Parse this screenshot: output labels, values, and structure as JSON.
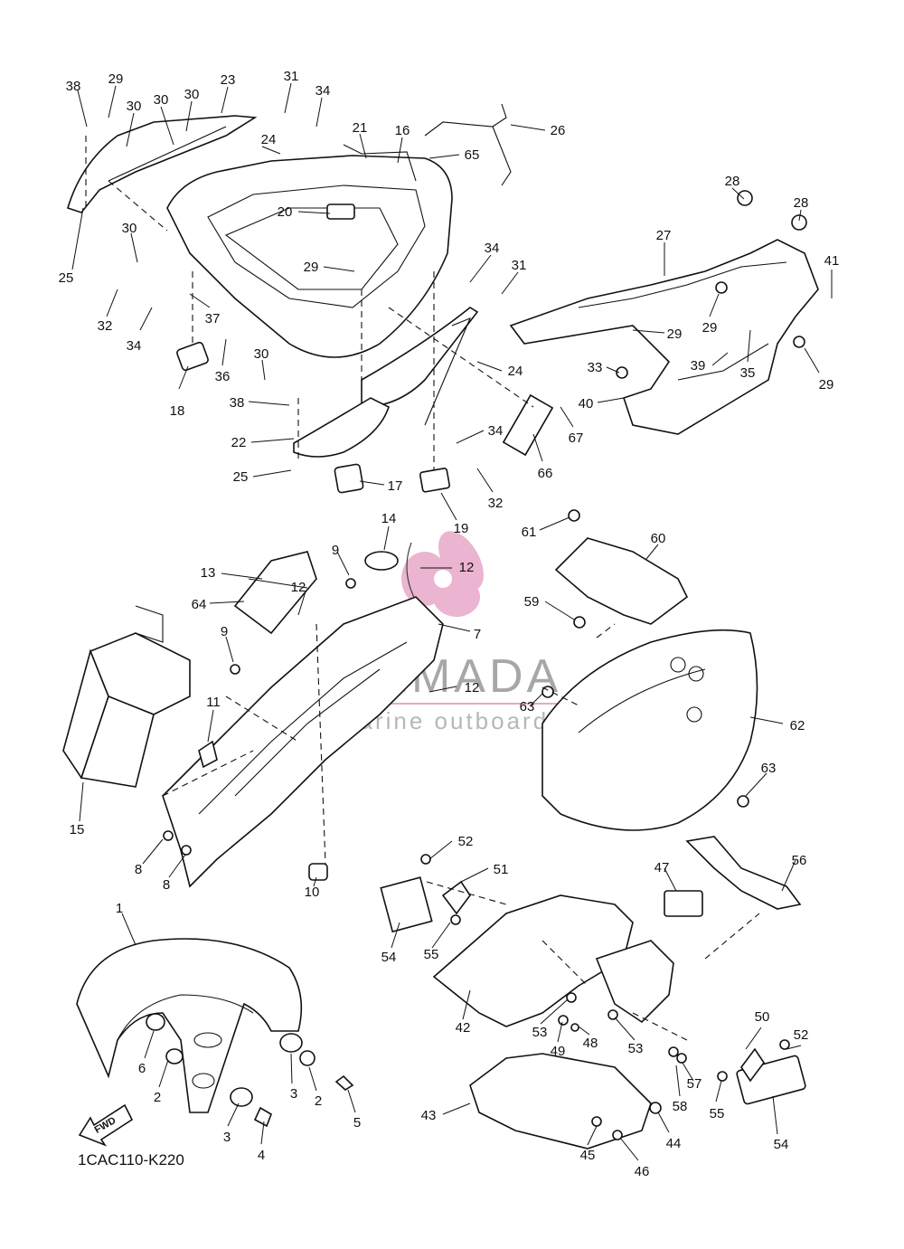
{
  "diagram": {
    "code": "1CAC110-K220",
    "fwd_label": "FWD",
    "watermark": {
      "brand": "ARMADA",
      "tagline": "marine outboards",
      "color": "#e8a8c8"
    },
    "callouts": [
      {
        "id": "c38a",
        "text": "38"
      },
      {
        "id": "c29a",
        "text": "29"
      },
      {
        "id": "c30a",
        "text": "30"
      },
      {
        "id": "c30b",
        "text": "30"
      },
      {
        "id": "c30c",
        "text": "30"
      },
      {
        "id": "c23",
        "text": "23"
      },
      {
        "id": "c31a",
        "text": "31"
      },
      {
        "id": "c34a",
        "text": "34"
      },
      {
        "id": "c21",
        "text": "21"
      },
      {
        "id": "c16",
        "text": "16"
      },
      {
        "id": "c24a",
        "text": "24"
      },
      {
        "id": "c65",
        "text": "65"
      },
      {
        "id": "c26",
        "text": "26"
      },
      {
        "id": "c25a",
        "text": "25"
      },
      {
        "id": "c30d",
        "text": "30"
      },
      {
        "id": "c20",
        "text": "20"
      },
      {
        "id": "c29b",
        "text": "29"
      },
      {
        "id": "c34b",
        "text": "34"
      },
      {
        "id": "c31b",
        "text": "31"
      },
      {
        "id": "c28a",
        "text": "28"
      },
      {
        "id": "c28b",
        "text": "28"
      },
      {
        "id": "c27",
        "text": "27"
      },
      {
        "id": "c41",
        "text": "41"
      },
      {
        "id": "c32a",
        "text": "32"
      },
      {
        "id": "c34c",
        "text": "34"
      },
      {
        "id": "c37",
        "text": "37"
      },
      {
        "id": "c36",
        "text": "36"
      },
      {
        "id": "c30e",
        "text": "30"
      },
      {
        "id": "c18",
        "text": "18"
      },
      {
        "id": "c29c",
        "text": "29"
      },
      {
        "id": "c29d",
        "text": "29"
      },
      {
        "id": "c35",
        "text": "35"
      },
      {
        "id": "c29e",
        "text": "29"
      },
      {
        "id": "c39",
        "text": "39"
      },
      {
        "id": "c33",
        "text": "33"
      },
      {
        "id": "c40",
        "text": "40"
      },
      {
        "id": "c24b",
        "text": "24"
      },
      {
        "id": "c38b",
        "text": "38"
      },
      {
        "id": "c22",
        "text": "22"
      },
      {
        "id": "c25b",
        "text": "25"
      },
      {
        "id": "c34d",
        "text": "34"
      },
      {
        "id": "c67",
        "text": "67"
      },
      {
        "id": "c66",
        "text": "66"
      },
      {
        "id": "c17",
        "text": "17"
      },
      {
        "id": "c32b",
        "text": "32"
      },
      {
        "id": "c19",
        "text": "19"
      },
      {
        "id": "c14",
        "text": "14"
      },
      {
        "id": "c61",
        "text": "61"
      },
      {
        "id": "c60",
        "text": "60"
      },
      {
        "id": "c9a",
        "text": "9"
      },
      {
        "id": "c12a",
        "text": "12"
      },
      {
        "id": "c13",
        "text": "13"
      },
      {
        "id": "c12b",
        "text": "12"
      },
      {
        "id": "c64",
        "text": "64"
      },
      {
        "id": "c59",
        "text": "59"
      },
      {
        "id": "c7",
        "text": "7"
      },
      {
        "id": "c9b",
        "text": "9"
      },
      {
        "id": "c12c",
        "text": "12"
      },
      {
        "id": "c63a",
        "text": "63"
      },
      {
        "id": "c11",
        "text": "11"
      },
      {
        "id": "c62",
        "text": "62"
      },
      {
        "id": "c63b",
        "text": "63"
      },
      {
        "id": "c15",
        "text": "15"
      },
      {
        "id": "c8a",
        "text": "8"
      },
      {
        "id": "c8b",
        "text": "8"
      },
      {
        "id": "c10",
        "text": "10"
      },
      {
        "id": "c52a",
        "text": "52"
      },
      {
        "id": "c51",
        "text": "51"
      },
      {
        "id": "c56",
        "text": "56"
      },
      {
        "id": "c47",
        "text": "47"
      },
      {
        "id": "c1",
        "text": "1"
      },
      {
        "id": "c54a",
        "text": "54"
      },
      {
        "id": "c55a",
        "text": "55"
      },
      {
        "id": "c42",
        "text": "42"
      },
      {
        "id": "c53a",
        "text": "53"
      },
      {
        "id": "c49",
        "text": "49"
      },
      {
        "id": "c48",
        "text": "48"
      },
      {
        "id": "c53b",
        "text": "53"
      },
      {
        "id": "c50",
        "text": "50"
      },
      {
        "id": "c52b",
        "text": "52"
      },
      {
        "id": "c57",
        "text": "57"
      },
      {
        "id": "c6",
        "text": "6"
      },
      {
        "id": "c2a",
        "text": "2"
      },
      {
        "id": "c3a",
        "text": "3"
      },
      {
        "id": "c2b",
        "text": "2"
      },
      {
        "id": "c5",
        "text": "5"
      },
      {
        "id": "c58",
        "text": "58"
      },
      {
        "id": "c55b",
        "text": "55"
      },
      {
        "id": "c3b",
        "text": "3"
      },
      {
        "id": "c4",
        "text": "4"
      },
      {
        "id": "c43",
        "text": "43"
      },
      {
        "id": "c44",
        "text": "44"
      },
      {
        "id": "c45",
        "text": "45"
      },
      {
        "id": "c46",
        "text": "46"
      },
      {
        "id": "c54b",
        "text": "54"
      }
    ]
  }
}
